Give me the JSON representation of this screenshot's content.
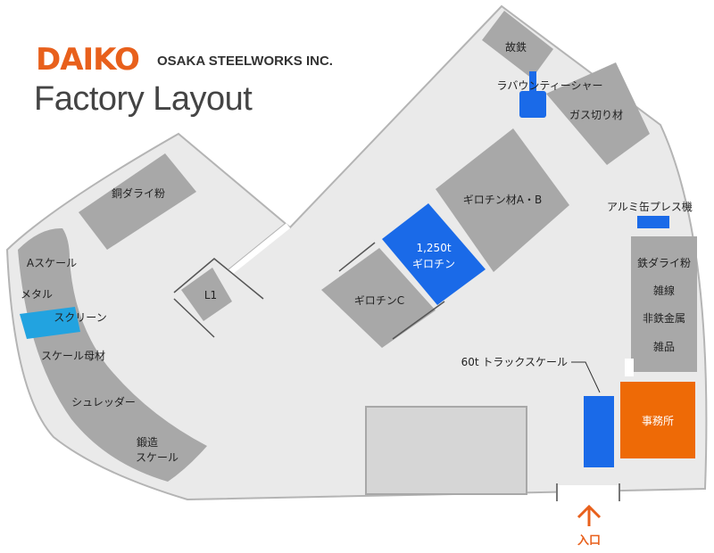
{
  "header": {
    "logo": "DAIKO",
    "company": "OSAKA STEELWORKS INC.",
    "title": "Factory Layout"
  },
  "areas": {
    "scrap_iron": "故鉄",
    "rabaun_shear": "ラバウンティーシャー",
    "gas_cutting": "ガス切り材",
    "guillotine_ab": "ギロチン材A・B",
    "guillotine_1250_line1": "1,250t",
    "guillotine_1250_line2": "ギロチン",
    "guillotine_c": "ギロチンC",
    "aluminum_press": "アルミ缶プレス機",
    "iron_dry_powder": "鉄ダライ粉",
    "mixed_wire": "雑線",
    "nonferrous": "非鉄金属",
    "misc_goods": "雑品",
    "copper_dry_powder": "銅ダライ粉",
    "l1": "L1",
    "a_scale": "Aスケール",
    "metal": "メタル",
    "screen": "スクリーン",
    "scale_base": "スケール母材",
    "shredder": "シュレッダー",
    "forging_line1": "鍛造",
    "forging_line2": "スケール",
    "truck_scale": "60t トラックスケール",
    "office": "事務所",
    "entrance": "入口"
  },
  "colors": {
    "ground": "#eaeaea",
    "building": "#a8a8a8",
    "blue": "#1a6ae8",
    "cyan": "#22a3e0",
    "orange": "#ee6a06",
    "accent": "#e8601c"
  }
}
